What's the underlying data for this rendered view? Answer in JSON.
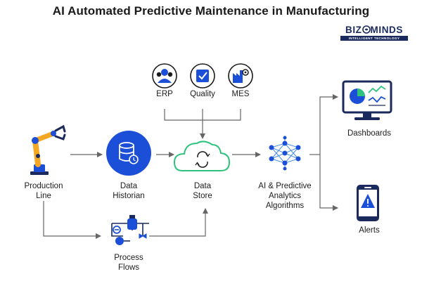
{
  "title": "AI Automated Predictive Maintenance in Manufacturing",
  "brand": {
    "name_left": "BIZ",
    "name_right": "MINDS",
    "tagline": "INTELLIGENT TECHNOLOGY"
  },
  "nodes": {
    "production_line": {
      "line1": "Production",
      "line2": "Line"
    },
    "data_historian": {
      "line1": "Data",
      "line2": "Historian"
    },
    "data_store": {
      "line1": "Data",
      "line2": "Store"
    },
    "ai_algorithms": {
      "line1": "AI & Predictive",
      "line2": "Analytics",
      "line3": "Algorithms"
    },
    "dashboards": {
      "line1": "Dashboards"
    },
    "alerts": {
      "line1": "Alerts"
    },
    "process_flows": {
      "line1": "Process",
      "line2": "Flows"
    },
    "erp": {
      "line1": "ERP"
    },
    "quality": {
      "line1": "Quality"
    },
    "mes": {
      "line1": "MES"
    }
  },
  "colors": {
    "accent_blue": "#1b4fd8",
    "light_blue": "#4a90e2",
    "navy": "#1b2a5c",
    "green": "#2ec27e",
    "orange": "#f5a623",
    "arrow": "#666666"
  },
  "icons": {
    "production_line": "robot-arm-icon",
    "data_historian": "database-clock-icon",
    "data_store": "cloud-sync-icon",
    "ai_algorithms": "neural-network-icon",
    "dashboards": "monitor-charts-icon",
    "alerts": "smartphone-alert-icon",
    "process_flows": "pipes-valves-icon",
    "erp": "users-icon",
    "quality": "checkbox-icon",
    "mes": "factory-gear-icon"
  }
}
